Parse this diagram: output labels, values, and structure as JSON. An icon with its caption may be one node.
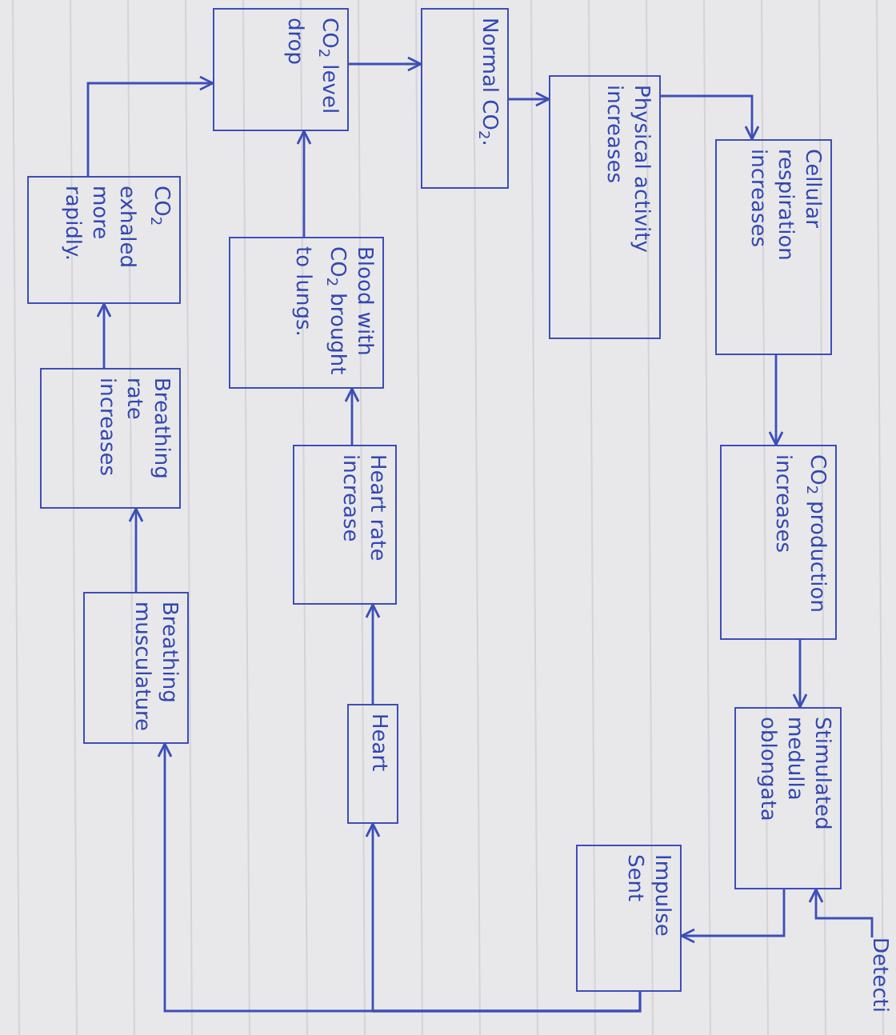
{
  "diagram": {
    "nodes": [
      {
        "text": [
          "CO$_{2}$ level drop"
        ]
      },
      {
        "text": [
          "Normal CO$_{2}$."
        ]
      },
      {
        "text": [
          "Physical activity increases"
        ]
      },
      {
        "text": [
          "Cellular respiration increases"
        ]
      },
      {
        "text": [
          "CO$_{2}$ production increases"
        ]
      },
      {
        "text": [
          "Stimulated medulla oblongata"
        ]
      },
      {
        "text": [
          "Detecti"
        ]
      },
      {
        "text": [
          "Impulse Sent"
        ]
      },
      {
        "text": [
          "Heart"
        ]
      },
      {
        "text": [
          "Heart rate increase"
        ]
      },
      {
        "text": [
          "Blood with CO$_{2}$ brought to lungs."
        ]
      },
      {
        "text": [
          "Breathing musculature"
        ]
      },
      {
        "text": [
          "Breathing rate increases"
        ]
      },
      {
        "text": [
          "CO$_{2}$ exhaled more rapidly."
        ]
      }
    ],
    "edges": [
      {
        "from": 0,
        "to": 1,
        "arrow": "to"
      },
      {
        "from": 1,
        "to": 2,
        "arrow": "to"
      },
      {
        "from": 2,
        "to": 3,
        "arrow": "to"
      },
      {
        "from": 3,
        "to": 4,
        "arrow": "to"
      },
      {
        "from": 4,
        "to": 5,
        "arrow": "to"
      },
      {
        "from": 6,
        "to": 5,
        "arrow": "to"
      },
      {
        "from": 5,
        "to": 7,
        "arrow": "to"
      },
      {
        "from": 7,
        "to": 8,
        "arrow": "to"
      },
      {
        "from": 7,
        "to": 11,
        "arrow": "to"
      },
      {
        "from": 8,
        "to": 9,
        "arrow": "to"
      },
      {
        "from": 9,
        "to": 10,
        "arrow": "to"
      },
      {
        "from": 10,
        "to": 0,
        "arrow": "to"
      },
      {
        "from": 11,
        "to": 12,
        "arrow": "to"
      },
      {
        "from": 12,
        "to": 13,
        "arrow": "to"
      },
      {
        "from": 13,
        "to": 0,
        "arrow": "to"
      }
    ]
  }
}
